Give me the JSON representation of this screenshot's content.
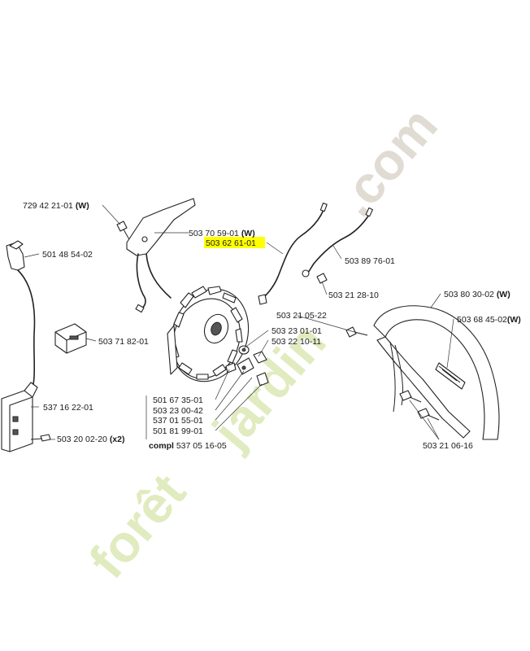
{
  "labels": {
    "p1": {
      "text": "729 42 21-01",
      "suffix": "(W)"
    },
    "p2": {
      "text": "503 70 59-01",
      "suffix": "(W)"
    },
    "p3": {
      "text": "503 62 61-01",
      "suffix": ""
    },
    "p4": {
      "text": "503 89 76-01",
      "suffix": ""
    },
    "p5": {
      "text": "501 48 54-02",
      "suffix": ""
    },
    "p6": {
      "text": "503 21 28-10",
      "suffix": ""
    },
    "p7": {
      "text": "503 80 30-02",
      "suffix": "(W)"
    },
    "p8": {
      "text": "503 68 45-02",
      "suffix": "(W)"
    },
    "p9": {
      "text": "503 21 05-22",
      "suffix": ""
    },
    "p10": {
      "text": "503 71 82-01",
      "suffix": ""
    },
    "p11": {
      "text": "503 23 01-01",
      "suffix": ""
    },
    "p12": {
      "text": "503 22 10-11",
      "suffix": ""
    },
    "p13": {
      "text": "537 16 22-01",
      "suffix": ""
    },
    "p14": {
      "text": "501 67 35-01",
      "suffix": ""
    },
    "p15": {
      "text": "503 23 00-42",
      "suffix": ""
    },
    "p16": {
      "text": "537 01 55-01",
      "suffix": ""
    },
    "p17": {
      "text": "501 81 99-01",
      "suffix": ""
    },
    "p18": {
      "text": "503 20 02-20",
      "suffix": "(x2)"
    },
    "p19": {
      "prefix": "compl",
      "text": "537 05 16-05"
    },
    "p20": {
      "text": "503 21 06-16",
      "suffix": ""
    }
  },
  "watermark": {
    "part1": "forêt",
    "part2": "jardin",
    "part3": ".com",
    "color_green": "#c8dc8c",
    "color_grey": "#c8c0b0"
  },
  "highlight_color": "#ffff00"
}
